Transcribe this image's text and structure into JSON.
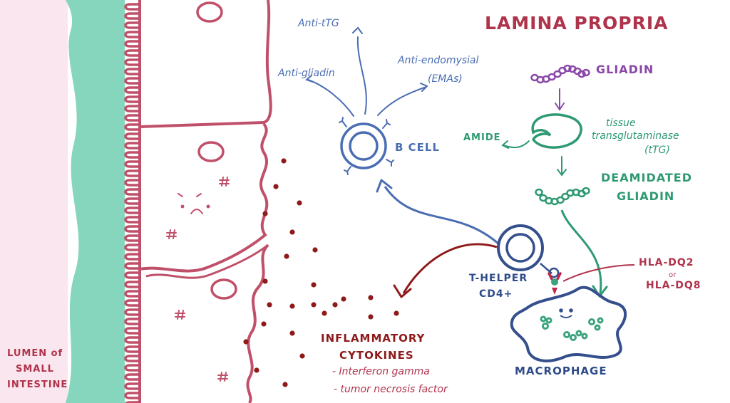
{
  "title": "LAMINA PROPRIA",
  "lumen_label": [
    "LUMEN of",
    "SMALL",
    "INTESTINE"
  ],
  "b_cell": {
    "label": "B CELL",
    "antibodies": [
      "Anti-tTG",
      "Anti-gliadin",
      "Anti-endomysial",
      "(EMAs)"
    ]
  },
  "gliadin_pathway": {
    "gliadin": "GLIADIN",
    "enzyme": [
      "tissue",
      "transglutaminase",
      "(tTG)"
    ],
    "byproduct": "AMIDE",
    "product": [
      "DEAMIDATED",
      "GLIADIN"
    ]
  },
  "hla": [
    "HLA-DQ2",
    "or",
    "HLA-DQ8"
  ],
  "t_helper": [
    "T-HELPER",
    "CD4+"
  ],
  "macrophage": "MACROPHAGE",
  "cytokines": {
    "title": [
      "INFLAMMATORY",
      "CYTOKINES"
    ],
    "items": [
      "- Interferon gamma",
      "- tumor necrosis factor"
    ]
  },
  "colors": {
    "epithelium": "#c0506a",
    "lumen_mucus": "#86d6bd",
    "lumen_bg": "#fae6ee",
    "immune_blue": "#4a6db3",
    "gliadin_purple": "#8a48a8",
    "pathway_green": "#2e9a72",
    "cytokine_red": "#8e1a1a"
  }
}
